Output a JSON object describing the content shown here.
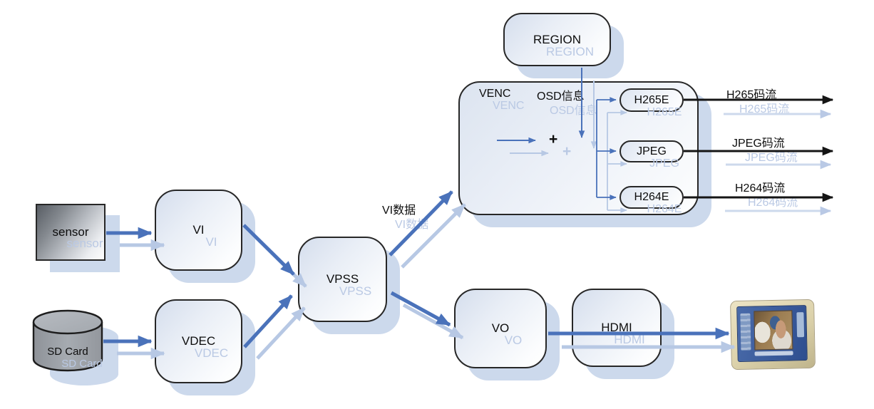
{
  "nodes": {
    "sensor": {
      "label": "sensor"
    },
    "vi": {
      "label": "VI"
    },
    "sd_card": {
      "label": "SD Card"
    },
    "vdec": {
      "label": "VDEC"
    },
    "vpss": {
      "label": "VPSS"
    },
    "venc": {
      "label": "VENC"
    },
    "region": {
      "label": "REGION"
    },
    "h265e": {
      "label": "H265E"
    },
    "jpeg": {
      "label": "JPEG"
    },
    "h264e": {
      "label": "H264E"
    },
    "vo": {
      "label": "VO"
    },
    "hdmi": {
      "label": "HDMI"
    }
  },
  "labels": {
    "osd_info": "OSD信息",
    "vi_data": "VI数据",
    "plus": "+",
    "h265_stream": "H265码流",
    "jpeg_stream": "JPEG码流",
    "h264_stream": "H264码流"
  },
  "edges": [
    {
      "from": "sensor",
      "to": "vi"
    },
    {
      "from": "sd_card",
      "to": "vdec"
    },
    {
      "from": "vi",
      "to": "vpss"
    },
    {
      "from": "vdec",
      "to": "vpss"
    },
    {
      "from": "vpss",
      "to": "venc",
      "label": "VI数据"
    },
    {
      "from": "vpss",
      "to": "vo"
    },
    {
      "from": "region",
      "to": "venc",
      "label": "OSD信息"
    },
    {
      "from": "venc",
      "to": "h265e"
    },
    {
      "from": "venc",
      "to": "jpeg"
    },
    {
      "from": "venc",
      "to": "h264e"
    },
    {
      "from": "h265e",
      "to": "output",
      "label": "H265码流"
    },
    {
      "from": "jpeg",
      "to": "output",
      "label": "JPEG码流"
    },
    {
      "from": "h264e",
      "to": "output",
      "label": "H264码流"
    },
    {
      "from": "vo",
      "to": "hdmi"
    },
    {
      "from": "hdmi",
      "to": "display-monitor"
    }
  ],
  "colors": {
    "arrow_blue": "#4a72ba",
    "ghost_blue": "#ccd9ec",
    "stream_line": "#151515",
    "box_border": "#272727"
  }
}
